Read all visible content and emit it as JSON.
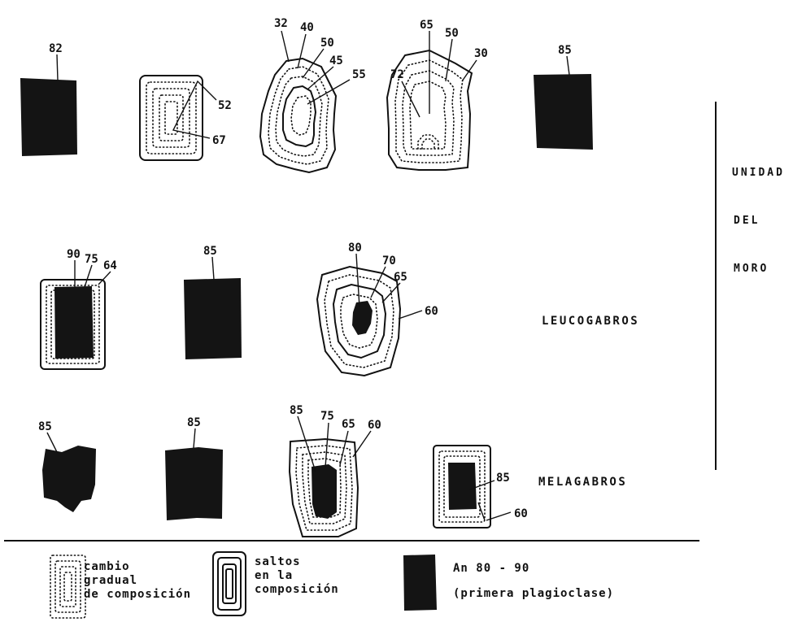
{
  "side_label": {
    "lines": [
      "UNIDAD",
      "DEL",
      "MORO"
    ]
  },
  "rock_labels": {
    "leucogabros": "LEUCOGABROS",
    "melagabros": "MELAGABROS"
  },
  "crystal_values": {
    "r1c1": [
      "82"
    ],
    "r1c2": [
      "52",
      "67"
    ],
    "r1c3": [
      "32",
      "40",
      "50",
      "45",
      "55"
    ],
    "r1c4": [
      "72",
      "65",
      "50",
      "30"
    ],
    "r1c5": [
      "85"
    ],
    "r2c1": [
      "90",
      "75",
      "64"
    ],
    "r2c2": [
      "85"
    ],
    "r2c3": [
      "80",
      "70",
      "65",
      "60"
    ],
    "r3c1": [
      "85"
    ],
    "r3c2": [
      "85"
    ],
    "r3c3": [
      "85",
      "75",
      "65",
      "60"
    ],
    "r3c4": [
      "85",
      "60"
    ]
  },
  "legend": {
    "gradual": [
      "cambio",
      "gradual",
      "de composición"
    ],
    "saltos": [
      "saltos",
      "en la",
      "composición"
    ],
    "an": [
      "An 80 - 90",
      "(primera plagioclase)"
    ]
  }
}
